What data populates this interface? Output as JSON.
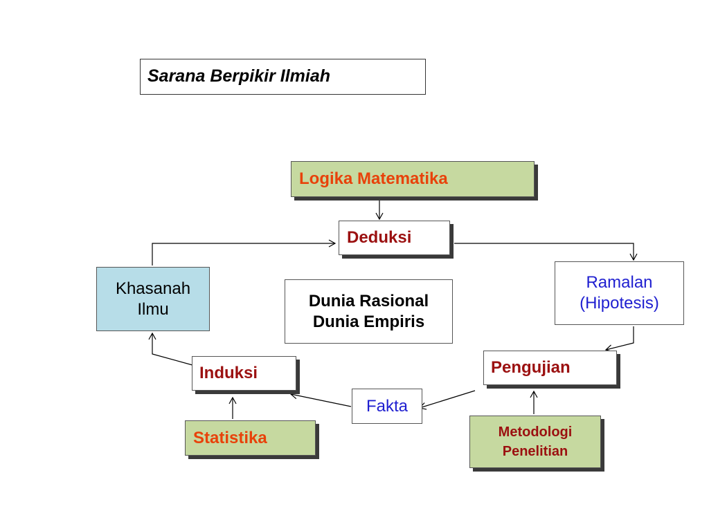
{
  "colors": {
    "green_fill": "#c6d9a0",
    "blue_fill": "#b7dde8",
    "orange_text": "#e8420a",
    "darkred_text": "#9b1010",
    "blue_text": "#1f1fd0",
    "black_text": "#000000"
  },
  "diagram": {
    "title": "Sarana Berpikir Ilmiah",
    "nodes": {
      "logika": "Logika Matematika",
      "deduksi": "Deduksi",
      "khasanah": "Khasanah\nIlmu",
      "dunia": "Dunia Rasional\nDunia Empiris",
      "ramalan": "Ramalan\n(Hipotesis)",
      "pengujian": "Pengujian",
      "induksi": "Induksi",
      "fakta": "Fakta",
      "statistika": "Statistika",
      "metodologi": "Metodologi\nPenelitian"
    },
    "edges": [
      {
        "from": "Logika Matematika",
        "to": "Deduksi"
      },
      {
        "from": "Khasanah Ilmu",
        "to": "Deduksi"
      },
      {
        "from": "Deduksi",
        "to": "Ramalan (Hipotesis)"
      },
      {
        "from": "Ramalan (Hipotesis)",
        "to": "Pengujian"
      },
      {
        "from": "Metodologi Penelitian",
        "to": "Pengujian"
      },
      {
        "from": "Pengujian",
        "to": "Fakta"
      },
      {
        "from": "Fakta",
        "to": "Induksi"
      },
      {
        "from": "Statistika",
        "to": "Induksi"
      },
      {
        "from": "Induksi",
        "to": "Khasanah Ilmu"
      }
    ]
  }
}
